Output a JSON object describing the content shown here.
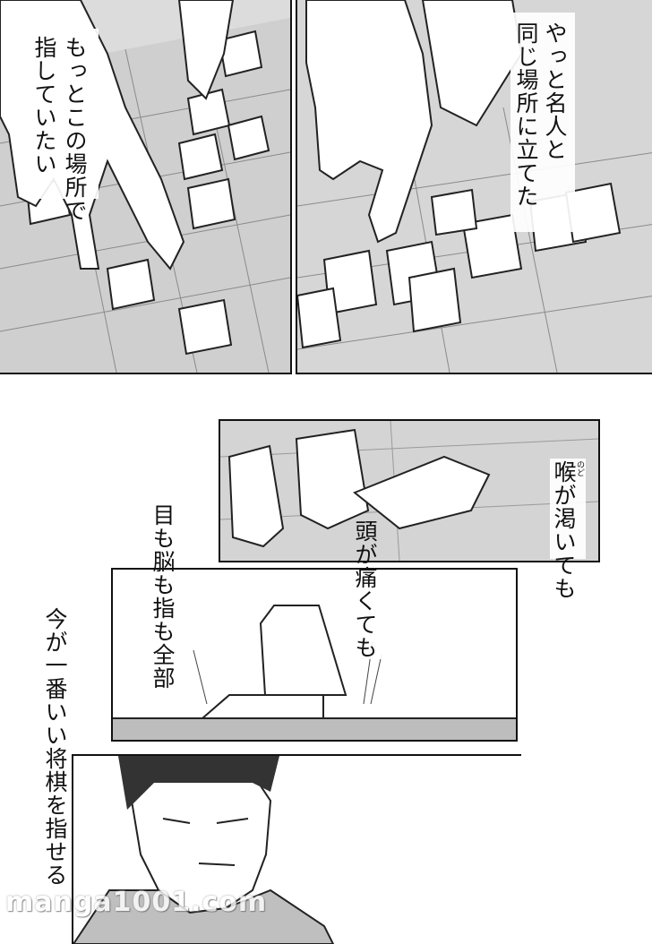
{
  "page": {
    "panels": [
      {
        "id": "hands-board-left",
        "texts": [
          "もっとこの場所で",
          "指していたい"
        ]
      },
      {
        "id": "hands-board-right",
        "texts": [
          "やっと名人と",
          "同じ場所に立てた"
        ]
      },
      {
        "id": "piece-closeup",
        "texts": [
          "喉が渇いても"
        ],
        "ruby": "のど"
      },
      {
        "id": "board-side-view",
        "texts": [
          "頭が痛くても"
        ]
      },
      {
        "id": "player-portrait",
        "texts": []
      }
    ],
    "floating_texts": [
      "目も脳も指も全部",
      "今が一番いい将棋を指せる"
    ],
    "watermark": "manga1001.com"
  }
}
